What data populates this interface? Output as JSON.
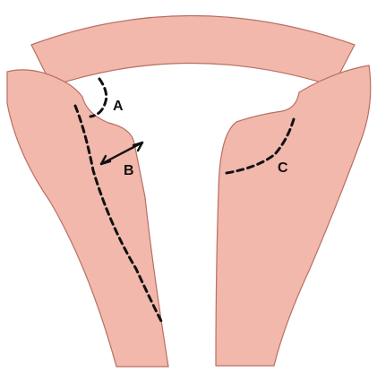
{
  "diagram": {
    "labels": {
      "a": "A",
      "b": "B",
      "c": "C"
    },
    "colors": {
      "background": "#ffffff",
      "tissue_fill": "#f2b8ab",
      "tissue_stroke": "#b86f63",
      "ink": "#111111"
    },
    "icon_names": {
      "double_arrow": "double-arrow-icon"
    }
  }
}
